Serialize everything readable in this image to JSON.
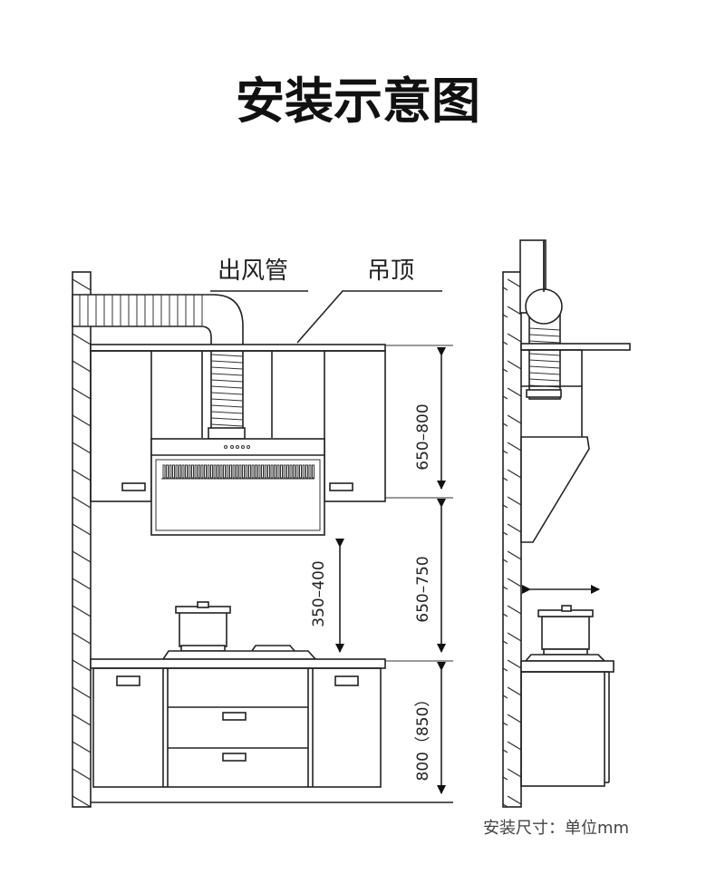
{
  "title": "安装示意图",
  "labels": {
    "duct": "出风管",
    "ceiling": "吊顶"
  },
  "dimensions": {
    "cabinet_to_hood": "650–800",
    "hood_to_counter": "650–750",
    "pot_to_hood": "350–400",
    "counter_height": "800（850）"
  },
  "footer": "安装尺寸：单位mm",
  "colors": {
    "line": "#222222",
    "background": "#ffffff"
  }
}
